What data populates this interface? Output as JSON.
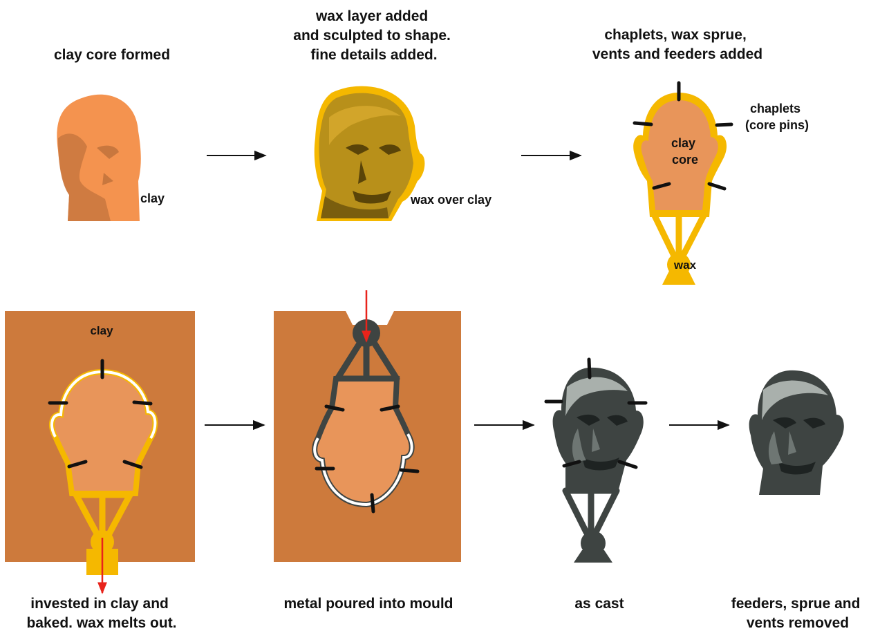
{
  "steps": {
    "s1": {
      "caption": [
        "clay core formed"
      ],
      "label": "clay"
    },
    "s2": {
      "caption": [
        "wax layer added",
        "and sculpted to shape.",
        "fine details added."
      ],
      "label": "wax over clay"
    },
    "s3": {
      "caption": [
        "chaplets, wax sprue,",
        "vents and feeders added"
      ],
      "chaplets_label": [
        "chaplets",
        "(core pins)"
      ],
      "core_label": [
        "clay",
        "core"
      ],
      "wax_label": "wax"
    },
    "s4": {
      "caption": [
        "invested in clay and",
        "baked. wax melts out."
      ],
      "clay_label": "clay"
    },
    "s5": {
      "caption": [
        "metal poured into mould"
      ]
    },
    "s6": {
      "caption": [
        "as cast"
      ]
    },
    "s7": {
      "caption": [
        "feeders, sprue and",
        "vents removed"
      ]
    }
  },
  "colors": {
    "clay": "#F4934F",
    "clay_shadow": "#C8773E",
    "core": "#E8955A",
    "wax": "#F5B800",
    "wax_dark": "#8A6A10",
    "mould": "#CD7A3C",
    "metal_dark": "#3E4442",
    "metal_mid": "#6E7673",
    "metal_light": "#A9B0AC",
    "arrow": "#111111",
    "flow": "#E8231B",
    "pin": "#111111"
  }
}
